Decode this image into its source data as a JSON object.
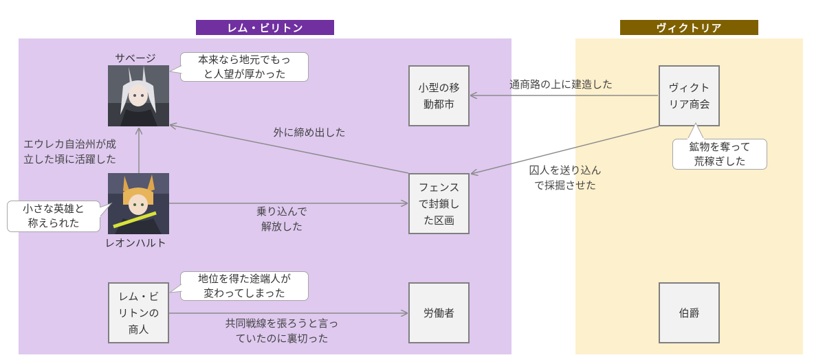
{
  "regions": {
    "lem_biriton": {
      "title": "レム・ビリトン",
      "color": "#dfc9ef",
      "banner_color": "#7030a0"
    },
    "victoria": {
      "title": "ヴィクトリア",
      "color": "#fdf0cc",
      "banner_color": "#7f6000"
    }
  },
  "characters": {
    "savage": {
      "name": "サベージ",
      "quote": "本来なら地元でもっ\nと人望が厚かった"
    },
    "leonhardt": {
      "name": "レオンハルト",
      "quote": "小さな英雄と\n称えられた"
    }
  },
  "nodes": {
    "small_mobile_city": "小型の移\n動都市",
    "fenced_block": "フェンス\nで封鎖し\nた区画",
    "laborers": "労働者",
    "merchant": "レム・ビ\nリトンの\n商人",
    "victoria_chamber": "ヴィクト\nリア商会",
    "earl": "伯爵"
  },
  "notes": {
    "merchant": "地位を得た途端人が\n変わってしまった",
    "victoria": "鉱物を奪って\n荒稼ぎした"
  },
  "edges": {
    "built_on_route": "通商路の上に建造した",
    "shut_out": "外に締め出した",
    "eureka": "エウレカ自治州が成\n立した頃に活躍した",
    "prisoners": "囚人を送り込ん\nで採掘させた",
    "liberated": "乗り込んで\n解放した",
    "betrayed": "共同戦線を張ろうと言っ\nていたのに裏切った"
  },
  "colors": {
    "box_fill": "#f2f2f2",
    "box_border": "#7f7f7f",
    "arrow": "#8c8c8c"
  }
}
